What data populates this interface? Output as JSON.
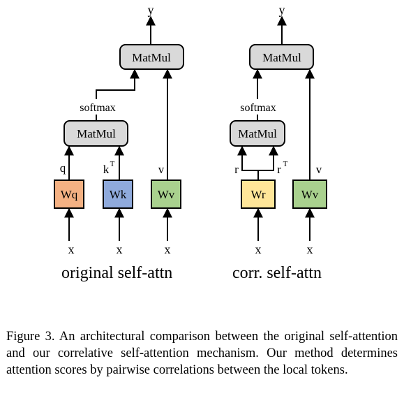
{
  "left_panel": {
    "title": "original self-attn",
    "matmul_top": "MatMul",
    "matmul_bottom": "MatMul",
    "softmax": "softmax",
    "output": "y",
    "weights": [
      {
        "label": "Wq",
        "fill": "#f4b183",
        "edge_label": "q"
      },
      {
        "label": "Wk",
        "fill": "#8faadc",
        "edge_label": "k",
        "edge_sup": "T"
      },
      {
        "label": "Wv",
        "fill": "#a9d18e",
        "edge_label": "v"
      }
    ],
    "inputs": [
      "x",
      "x",
      "x"
    ]
  },
  "right_panel": {
    "title": "corr. self-attn",
    "matmul_top": "MatMul",
    "matmul_bottom": "MatMul",
    "softmax": "softmax",
    "output": "y",
    "weights": [
      {
        "label": "Wr",
        "fill": "#ffe699"
      },
      {
        "label": "Wv",
        "fill": "#a9d18e",
        "edge_label": "v"
      }
    ],
    "r_label": "r",
    "r_t_label": "r",
    "r_t_sup": "T",
    "inputs": [
      "x",
      "x"
    ]
  },
  "colors": {
    "matmul_fill": "#d9d9d9",
    "stroke": "#000000"
  },
  "caption": "Figure 3.   An architectural comparison between the original self-attention and our correlative self-attention mechanism. Our method determines attention scores by pairwise correlations between the local tokens."
}
